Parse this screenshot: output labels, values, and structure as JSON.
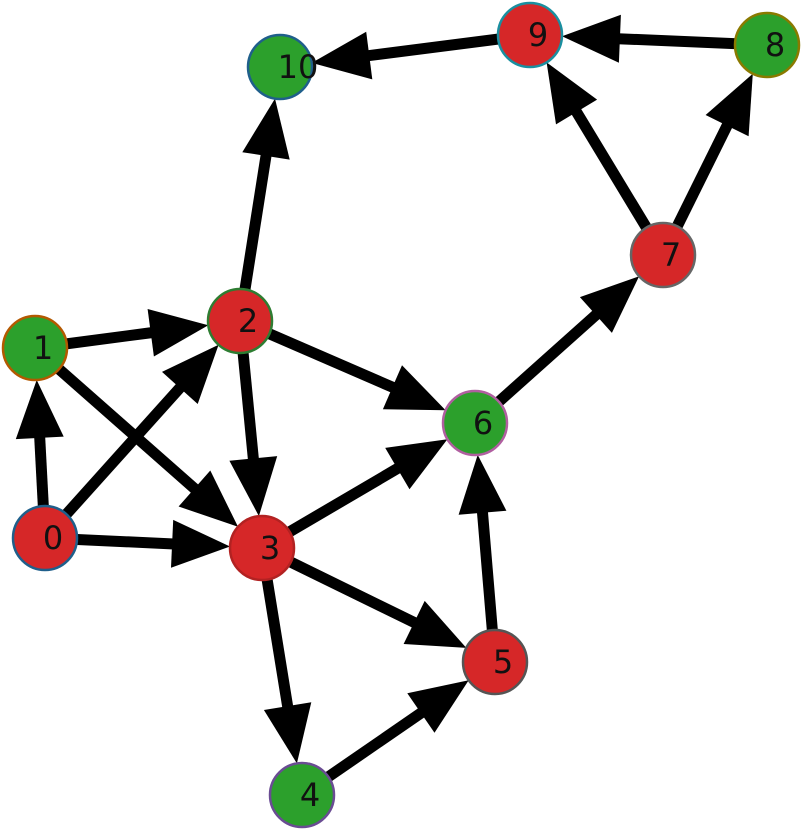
{
  "graph": {
    "colors": {
      "red": "#d62728",
      "green": "#2ca02c",
      "edge": "#000000"
    },
    "nodes": [
      {
        "id": "0",
        "label": "0",
        "fill": "red",
        "stroke": "#1f5f8b"
      },
      {
        "id": "1",
        "label": "1",
        "fill": "green",
        "stroke": "#b35900"
      },
      {
        "id": "2",
        "label": "2",
        "fill": "red",
        "stroke": "#2e7d32"
      },
      {
        "id": "3",
        "label": "3",
        "fill": "red",
        "stroke": "#b22222"
      },
      {
        "id": "4",
        "label": "4",
        "fill": "green",
        "stroke": "#6a4c93"
      },
      {
        "id": "5",
        "label": "5",
        "fill": "red",
        "stroke": "#555555"
      },
      {
        "id": "6",
        "label": "6",
        "fill": "green",
        "stroke": "#b05fa0"
      },
      {
        "id": "7",
        "label": "7",
        "fill": "red",
        "stroke": "#666666"
      },
      {
        "id": "8",
        "label": "8",
        "fill": "green",
        "stroke": "#8a7a00"
      },
      {
        "id": "9",
        "label": "9",
        "fill": "red",
        "stroke": "#1a8fa0"
      },
      {
        "id": "10",
        "label": "10",
        "fill": "green",
        "stroke": "#1f5f8b"
      }
    ],
    "edges": [
      {
        "from": "0",
        "to": "1"
      },
      {
        "from": "0",
        "to": "2"
      },
      {
        "from": "0",
        "to": "3"
      },
      {
        "from": "1",
        "to": "2"
      },
      {
        "from": "1",
        "to": "3"
      },
      {
        "from": "2",
        "to": "10"
      },
      {
        "from": "2",
        "to": "3"
      },
      {
        "from": "2",
        "to": "6"
      },
      {
        "from": "3",
        "to": "4"
      },
      {
        "from": "3",
        "to": "5"
      },
      {
        "from": "3",
        "to": "6"
      },
      {
        "from": "4",
        "to": "5"
      },
      {
        "from": "5",
        "to": "6"
      },
      {
        "from": "6",
        "to": "7"
      },
      {
        "from": "7",
        "to": "9"
      },
      {
        "from": "7",
        "to": "8"
      },
      {
        "from": "8",
        "to": "9"
      },
      {
        "from": "9",
        "to": "10"
      }
    ]
  }
}
